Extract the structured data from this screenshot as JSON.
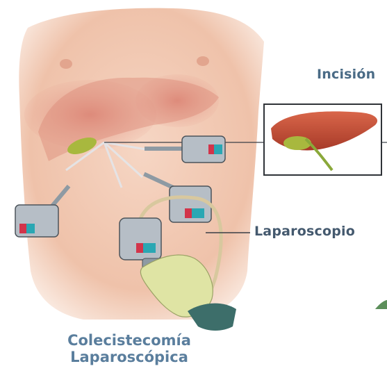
{
  "labels": {
    "incision": "Incisión",
    "laparoscope": "Laparoscopio"
  },
  "caption": {
    "line1": "Colecistecomía",
    "line2": "Laparoscópica"
  },
  "colors": {
    "skin": "#f2c9b3",
    "liver": "#c2513a",
    "gallbladder": "#a8b83e",
    "label_text": "#4a6b86",
    "glove": "#dfe4a4",
    "instrument": "#8e9aa3"
  }
}
